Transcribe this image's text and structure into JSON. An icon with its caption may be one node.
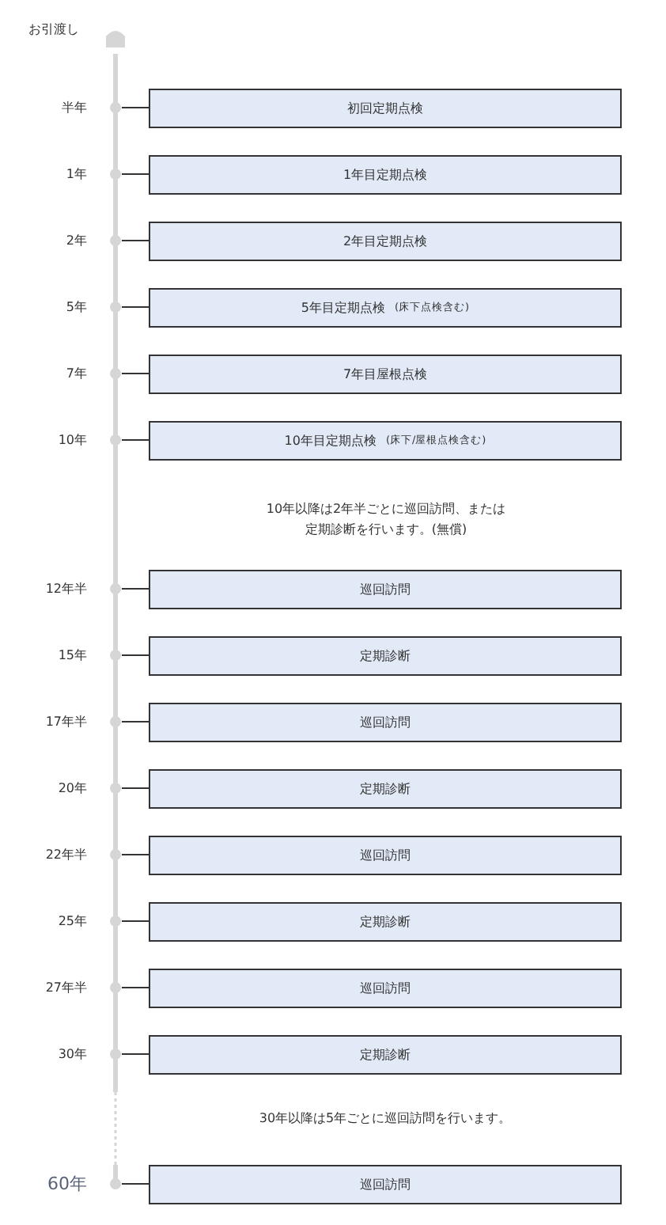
{
  "diagram": {
    "nodes": [
      {
        "text": [
          "初回定期点検"
        ]
      },
      {
        "text": [
          "1年目定期点検"
        ]
      },
      {
        "text": [
          "2年目定期点検"
        ]
      },
      {
        "text": [
          "5年目定期点検",
          "(床下点検含む)"
        ]
      },
      {
        "text": [
          "7年目屋根点検"
        ]
      },
      {
        "text": [
          "10年目定期点検",
          "(床下/屋根点検含む)"
        ]
      },
      {
        "text": [
          "巡回訪問"
        ]
      },
      {
        "text": [
          "定期診断"
        ]
      },
      {
        "text": [
          "巡回訪問"
        ]
      },
      {
        "text": [
          "定期診断"
        ]
      },
      {
        "text": [
          "巡回訪問"
        ]
      },
      {
        "text": [
          "定期診断"
        ]
      },
      {
        "text": [
          "巡回訪問"
        ]
      },
      {
        "text": [
          "定期診断"
        ]
      },
      {
        "text": [
          "巡回訪問"
        ]
      }
    ],
    "edges": [
      {
        "from": null,
        "to": 0,
        "arrow": "none"
      },
      {
        "from": null,
        "to": 1,
        "arrow": "none"
      },
      {
        "from": null,
        "to": 2,
        "arrow": "none"
      },
      {
        "from": null,
        "to": 3,
        "arrow": "none"
      },
      {
        "from": null,
        "to": 4,
        "arrow": "none"
      },
      {
        "from": null,
        "to": 5,
        "arrow": "none"
      },
      {
        "from": null,
        "to": 6,
        "arrow": "none"
      },
      {
        "from": null,
        "to": 7,
        "arrow": "none"
      },
      {
        "from": null,
        "to": 8,
        "arrow": "none"
      },
      {
        "from": null,
        "to": 9,
        "arrow": "none"
      },
      {
        "from": null,
        "to": 10,
        "arrow": "none"
      },
      {
        "from": null,
        "to": 11,
        "arrow": "none"
      },
      {
        "from": null,
        "to": 12,
        "arrow": "none"
      },
      {
        "from": null,
        "to": 13,
        "arrow": "none"
      },
      {
        "from": null,
        "to": 14,
        "arrow": "none"
      }
    ],
    "labels": [
      "お引渡し",
      "半年",
      "1年",
      "2年",
      "5年",
      "7年",
      "10年",
      "10年以降は2年半ごとに巡回訪問、または定期診断を行います。(無償)",
      "12年半",
      "15年",
      "17年半",
      "20年",
      "22年半",
      "25年",
      "27年半",
      "30年",
      "30年以降は5年ごとに巡回訪問を行います。",
      "60年"
    ]
  }
}
